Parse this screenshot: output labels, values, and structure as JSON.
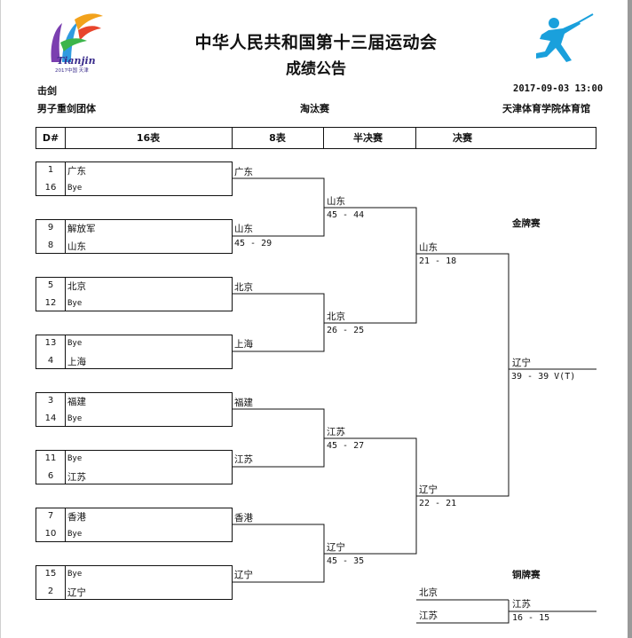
{
  "header": {
    "title": "中华人民共和国第十三届运动会",
    "subtitle": "成绩公告",
    "sport": "击剑",
    "datetime": "2017-09-03 13:00",
    "event": "男子重剑团体",
    "stage": "淘汰赛",
    "venue": "天津体育学院体育馆",
    "logo_text": "Tianjin",
    "logo_sub": "2017中国 天津"
  },
  "columns": [
    "D#",
    "16表",
    "8表",
    "半决赛",
    "决赛"
  ],
  "round16": [
    {
      "top": {
        "seed": "1",
        "team": "广东"
      },
      "bottom": {
        "seed": "16",
        "team": "Bye"
      }
    },
    {
      "top": {
        "seed": "9",
        "team": "解放军"
      },
      "bottom": {
        "seed": "8",
        "team": "山东"
      }
    },
    {
      "top": {
        "seed": "5",
        "team": "北京"
      },
      "bottom": {
        "seed": "12",
        "team": "Bye"
      }
    },
    {
      "top": {
        "seed": "13",
        "team": "Bye"
      },
      "bottom": {
        "seed": "4",
        "team": "上海"
      }
    },
    {
      "top": {
        "seed": "3",
        "team": "福建"
      },
      "bottom": {
        "seed": "14",
        "team": "Bye"
      }
    },
    {
      "top": {
        "seed": "11",
        "team": "Bye"
      },
      "bottom": {
        "seed": "6",
        "team": "江苏"
      }
    },
    {
      "top": {
        "seed": "7",
        "team": "香港"
      },
      "bottom": {
        "seed": "10",
        "team": "Bye"
      }
    },
    {
      "top": {
        "seed": "15",
        "team": "Bye"
      },
      "bottom": {
        "seed": "2",
        "team": "辽宁"
      }
    }
  ],
  "round8": [
    {
      "team": "广东",
      "score": ""
    },
    {
      "team": "山东",
      "score": "45 - 29"
    },
    {
      "team": "北京",
      "score": ""
    },
    {
      "team": "上海",
      "score": ""
    },
    {
      "team": "福建",
      "score": ""
    },
    {
      "team": "江苏",
      "score": ""
    },
    {
      "team": "香港",
      "score": ""
    },
    {
      "team": "辽宁",
      "score": ""
    }
  ],
  "semis": [
    {
      "team": "山东",
      "score": "45 - 44"
    },
    {
      "team": "北京",
      "score": "26 - 25"
    },
    {
      "team": "江苏",
      "score": "45 - 27"
    },
    {
      "team": "辽宁",
      "score": "45 - 35"
    }
  ],
  "finalists": [
    {
      "team": "山东",
      "score": "21 - 18"
    },
    {
      "team": "辽宁",
      "score": "22 - 21"
    }
  ],
  "gold": {
    "label": "金牌赛",
    "winner": "辽宁",
    "score": "39 - 39 V(T)"
  },
  "bronze": {
    "label": "铜牌赛",
    "team1": "北京",
    "team2": "江苏",
    "winner": "江苏",
    "score": "16 - 15"
  }
}
